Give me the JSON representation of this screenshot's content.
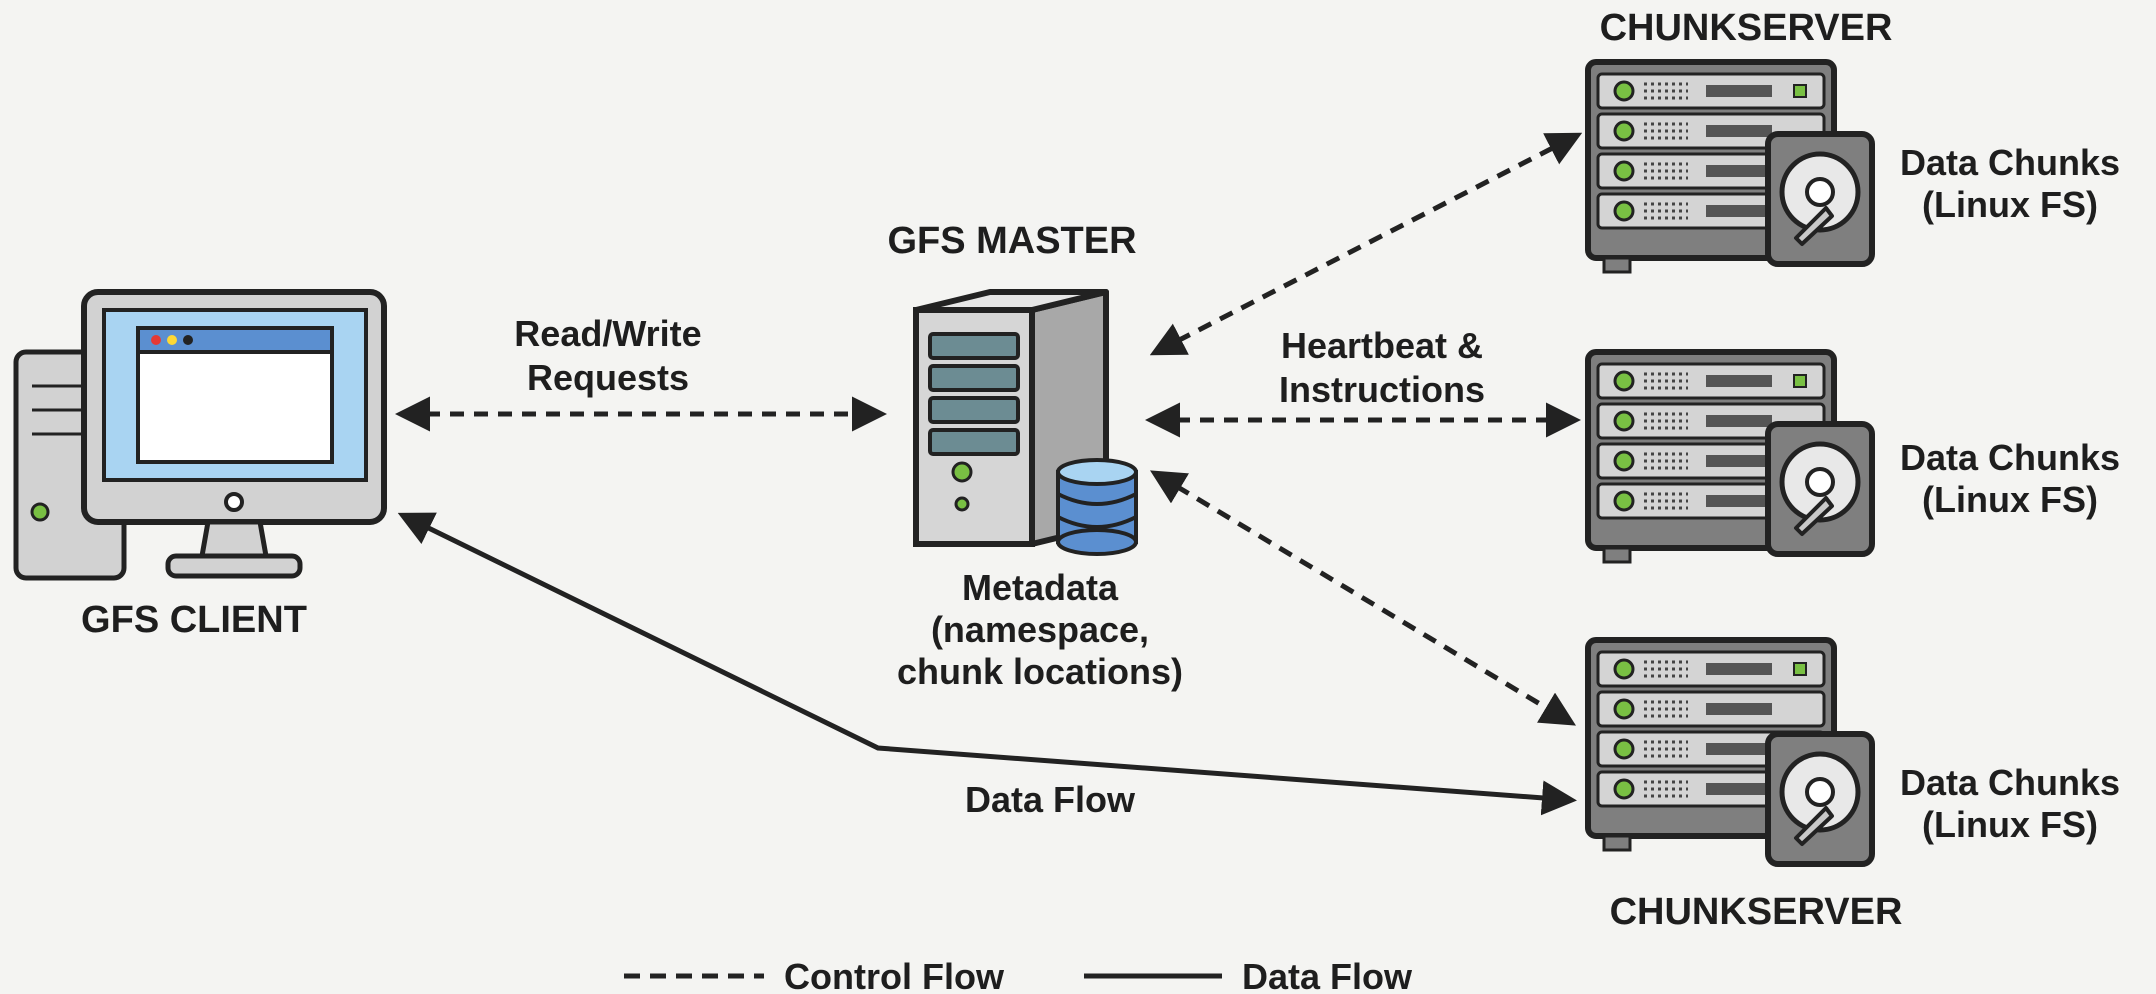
{
  "diagram": {
    "client": {
      "title": "GFS CLIENT"
    },
    "master": {
      "title": "GFS MASTER",
      "metadata_lines": [
        "Metadata",
        "(namespace,",
        "chunk locations)"
      ]
    },
    "chunkservers": [
      {
        "title": "CHUNKSERVER",
        "data_lines": [
          "Data Chunks",
          "(Linux FS)"
        ]
      },
      {
        "data_lines": [
          "Data Chunks",
          "(Linux FS)"
        ]
      },
      {
        "title": "CHUNKSERVER",
        "data_lines": [
          "Data Chunks",
          "(Linux FS)"
        ]
      }
    ],
    "edges": {
      "client_master": {
        "label_lines": [
          "Read/Write",
          "Requests"
        ],
        "style": "dashed"
      },
      "master_chunkservers": {
        "label_lines": [
          "Heartbeat &",
          "Instructions"
        ],
        "style": "dashed"
      },
      "client_chunkserver": {
        "label": "Data Flow",
        "style": "solid"
      }
    },
    "legend": {
      "control": "Control Flow",
      "data": "Data Flow"
    },
    "colors": {
      "background": "#f4f4f2",
      "stroke": "#222222",
      "device_gray": "#cfcfcf",
      "screen_blue": "#a9d4f2",
      "accent_green": "#79c043",
      "database_blue": "#5b8fd0"
    }
  }
}
